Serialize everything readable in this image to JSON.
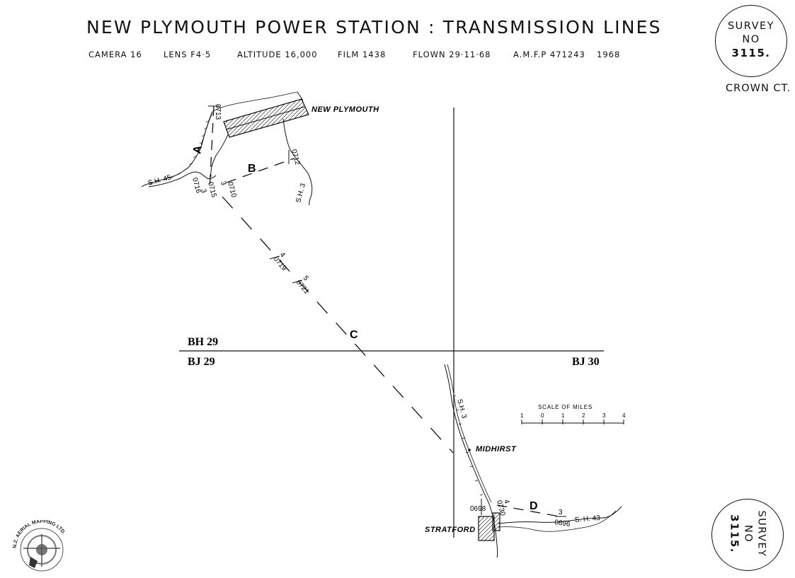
{
  "header": {
    "title": "NEW PLYMOUTH  POWER  STATION : TRANSMISSION  LINES",
    "camera": "CAMERA  16",
    "lens": "LENS  F4·5",
    "altitude": "ALTITUDE  16,000",
    "film": "FILM  1438",
    "flown": "FLOWN  29·11·68",
    "amfp": "A.M.F.P  471243",
    "year": "1968"
  },
  "stamp_top": {
    "line1": "SURVEY",
    "line2": "NO",
    "line3": "3115.",
    "crown": "CROWN  CT."
  },
  "stamp_bottom": {
    "line1": "SURVEY",
    "line2": "NO",
    "line3": "3115."
  },
  "grid_labels": {
    "nw": "BH 29",
    "sw": "BJ 29",
    "se": "BJ 30"
  },
  "places": {
    "new_plymouth": "NEW PLYMOUTH",
    "midhirst": "MIDHIRST",
    "stratford": "STRATFORD"
  },
  "roads": {
    "sh45": "S.H. 45",
    "sh3_north": "S.H. 3",
    "sh3_south": "S.H. 3",
    "sh43": "S. H. 43"
  },
  "segments": {
    "a": "A",
    "b": "B",
    "c": "C",
    "d": "D"
  },
  "photo_marks": {
    "m0713": "0713",
    "m0712": "0712",
    "m0716": "0716",
    "m3a": "3",
    "m0715": "0715",
    "m3b": "3",
    "m0710": "0710",
    "m4": "4",
    "m0719": "0719",
    "m5": "5",
    "m0721": "0721",
    "m0698": "0698",
    "m4b": "4",
    "m0730": "0730",
    "m3c": "3",
    "m0696": "0696"
  },
  "scale": {
    "title": "SCALE  OF  MILES",
    "ticks": [
      "1",
      "0",
      "1",
      "2",
      "3",
      "4"
    ]
  },
  "logo": {
    "text": "N.Z. AERIAL MAPPING LTD."
  }
}
